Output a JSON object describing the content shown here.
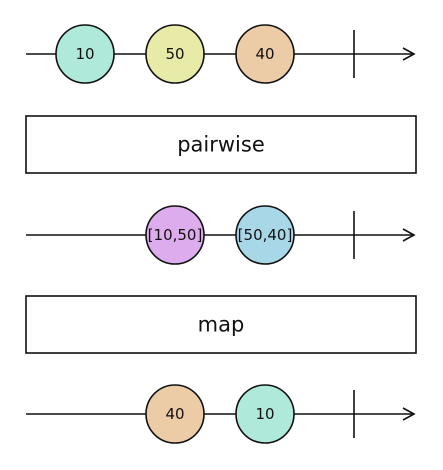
{
  "timelines": [
    {
      "name": "source",
      "marbles": [
        {
          "label": "10",
          "color": "#aee9da"
        },
        {
          "label": "50",
          "color": "#e7eba7"
        },
        {
          "label": "40",
          "color": "#eccba7"
        }
      ]
    },
    {
      "name": "pairwise-output",
      "marbles": [
        {
          "label": "[10,50]",
          "color": "#dcaced"
        },
        {
          "label": "[50,40]",
          "color": "#a8d7e8"
        }
      ]
    },
    {
      "name": "map-output",
      "marbles": [
        {
          "label": "40",
          "color": "#eccba7"
        },
        {
          "label": "10",
          "color": "#aee9da"
        }
      ]
    }
  ],
  "operators": [
    {
      "name": "pairwise",
      "label": "pairwise"
    },
    {
      "name": "map",
      "label": "map"
    }
  ]
}
